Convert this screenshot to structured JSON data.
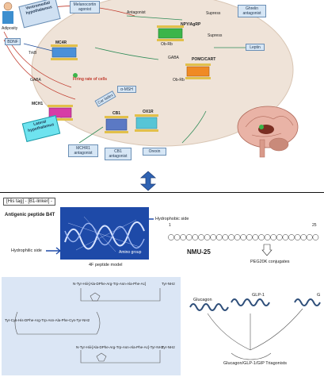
{
  "top": {
    "regions": {
      "ventromedial": "Ventromedial hypothalamus",
      "lateral": "Lateral hypothalamus"
    },
    "adiposity": "Adiposity",
    "bdnf": "BDNF",
    "trkb": "TrkB",
    "gaba_left": "GABA",
    "gaba_mid": "GABA",
    "mc4r": "MC4R",
    "mc3r": "MCH1",
    "firing": "Firing rate of cells",
    "amsh": "α-MSH",
    "car": "Car ladex",
    "cb1": "CB1",
    "ox1r": "OX1R",
    "npy": "NPY/AgRP",
    "obrb1": "Ob-Rb",
    "obrb2": "Ob-Rb",
    "pomc": "POMC/CART",
    "leptin": "Leptin",
    "antagonist_label": "Antagonist",
    "supress1": "Supress",
    "supress2": "Supress",
    "melano": "Melanocortin agonist",
    "ghrelin": "Ghrelin antagonist",
    "mch_antag": "MCHR1 antagonist",
    "cb1_antag": "CB1 antagonist",
    "orexin": "Orexin"
  },
  "bottom": {
    "peptide_tag": "[His tag] - [B1-linker] -",
    "antigenic": "Antigenic peptide B4T",
    "hydrophobic": "Hydrophobic side",
    "hydrophilic": "Hydrophilic side",
    "amino": "Amino group",
    "model": "4F peptide model",
    "nmu_label": "NMU-25",
    "peg": "PEG20K conjugates",
    "nmu_first": "1",
    "nmu_last": "25",
    "glucagon": "Glucagon",
    "glp1": "GLP-1",
    "gip": "G",
    "triagonist": "Glucagon/GLP-1/GIP Triagonists",
    "seq1": "N-Tyr-Hiii-[Ala-DPhe-Arg-Trp-Asn-Ala-Phe-Ac]",
    "seq2": "Tyr-Cys-His-DPhe-Arg-Trp-Asn-Ala-Phe-Cys-Tyr-NH2",
    "seq3": "N-Tyr-Hiii-[Ala-DPhe-Arg-Trp-Asn-Ala-Phe-Ac]-Tyr-NH2",
    "tyr_nh2_1": "Tyr-NH2",
    "tyr_nh2_2": "Tyr-NH2"
  }
}
